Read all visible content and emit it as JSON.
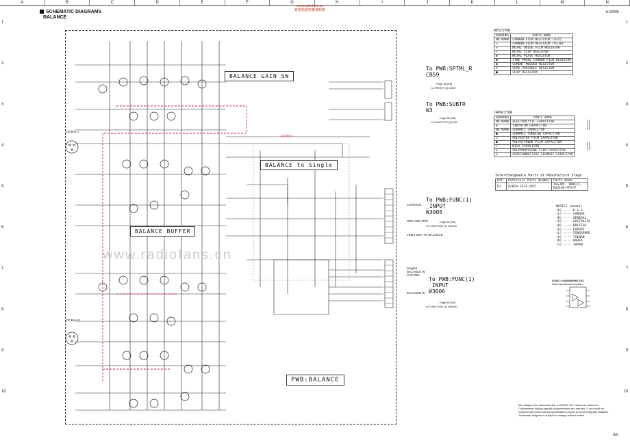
{
  "grid": {
    "columns": [
      "A",
      "B",
      "C",
      "D",
      "E",
      "F",
      "G",
      "H",
      "I",
      "J",
      "K",
      "L",
      "M",
      "N"
    ],
    "rows": [
      "1",
      "2",
      "3",
      "4",
      "5",
      "6",
      "7",
      "8",
      "9",
      "10"
    ]
  },
  "header": {
    "section_title": "SCHEMATIC DIAGRAMS",
    "subtitle": "BALANCE",
    "model": "A-S2000",
    "red_stamp_line1": "www.radiofans.cn",
    "red_stamp_line2": "收音机爱好者资料库"
  },
  "board": {
    "title": "PWB:BALANCE",
    "blocks": [
      "BALANCE GAIN SW",
      "BALANCE to Single",
      "BALANCE BUFFER"
    ],
    "input_l": "CD BAL L",
    "input_r": "CD BAL R",
    "net_label": "CD BAL L"
  },
  "connectors": [
    {
      "to": "To PWB:SPTML_R\nCB59",
      "page": "Page 66 [E8]",
      "sub": "to FRONT (4) CB69"
    },
    {
      "to": "To PWB:SUBTR\nW3",
      "page": "Page 62 [D6]",
      "sub": "to FUNCTION (3) W3"
    },
    {
      "to": "To PWB:FUNC(1)\n_INPUT\nW3005",
      "page": "Page 62 [E6]",
      "sub": "to FUNCTION (1) W3005"
    },
    {
      "to": "To PWB:FUNC(1)\n_INPUT\nW3006",
      "page": "Page 62 [E5]",
      "sub": "to FUNCTION (1) W3006"
    }
  ],
  "side_labels": [
    "CONTROL",
    "OPE AMP TIPS",
    "LINE1 33V/ TO BALANCE",
    "Singled BALANCE IN CUT REL",
    "BALANCE IN"
  ],
  "resistor_legend": {
    "title": "RESISTOR",
    "headers": [
      "REMARKS",
      "PARTS NAME"
    ],
    "rows": [
      [
        "NO MARK",
        "CARBON FILM RESISTOR (P=5)"
      ],
      [
        "",
        "CARBON FILM RESISTOR (P=10)"
      ],
      [
        "",
        "METAL OXIDE FILM RESISTOR"
      ],
      [
        "",
        "METAL FILM RESISTOR"
      ],
      [
        "",
        "METAL PLATE RESISTOR"
      ],
      [
        "",
        "FINE PRASE CARBON FILM RESISTOR"
      ],
      [
        "",
        "CEMENT MOLDED RESISTOR"
      ],
      [
        "",
        "SEMI VARIABLE RESISTOR"
      ],
      [
        "",
        "CHIP RESISTOR"
      ]
    ]
  },
  "capacitor_legend": {
    "title": "CAPACITOR",
    "headers": [
      "REMARKS",
      "PARTS NAME"
    ],
    "rows": [
      [
        "NO MARK",
        "ELECTROLYTIC CAPACITOR"
      ],
      [
        "",
        "TANTALUM CAPACITOR"
      ],
      [
        "NO MARK",
        "CERAMIC CAPACITOR"
      ],
      [
        "",
        "CERAMIC TUBULAR CAPACITOR"
      ],
      [
        "",
        "POLYESTER FILM CAPACITOR"
      ],
      [
        "",
        "POLYSTYRENE FILM CAPACITOR"
      ],
      [
        "",
        "MICA CAPACITOR"
      ],
      [
        "",
        "POLYPROPYLENE FILM CAPACITOR"
      ],
      [
        "",
        "SEMICONDUCTIVE CERAMIC CAPACITOR"
      ]
    ]
  },
  "interchangeable": {
    "title": "Interchangeable Parts at Manufacture Stage",
    "headers": [
      "Ref.",
      "Reference Parts Number",
      "Parts Name"
    ],
    "rows": [
      [
        "R1",
        "B2829-2624-2827",
        "1SS385, 1N4111, K2G160-FP5/P"
      ]
    ]
  },
  "notice": {
    "title": "NOTICE (model)",
    "lines": [
      "(U) ---- U.S.A.",
      "(C) ---- CANADA",
      "(R) ---- GENERAL",
      "(A) ---- AUSTRALIA",
      "(B) ---- BRITISH",
      "(G) ---- EUROPE",
      "(L) ---- SINGAPORE",
      "(V) ---- TAIWAN",
      "(K) ---- KOREA",
      "(J) ---- JAPAN"
    ]
  },
  "ic_caption": {
    "line1": "IC000 : NJM4580MD-TE2",
    "line2": "Dual operational amplifier"
  },
  "notes": [
    "All voltages are measured with a 10MΩ/V DC electronic voltmeter.",
    "Components having special characteristics are marked ⚠ and must be replaced with parts having specifications equal to those originally installed.",
    "Schematic diagram is subject to change without notice."
  ],
  "page_number": "59",
  "watermark": "www.radiofans.cn"
}
